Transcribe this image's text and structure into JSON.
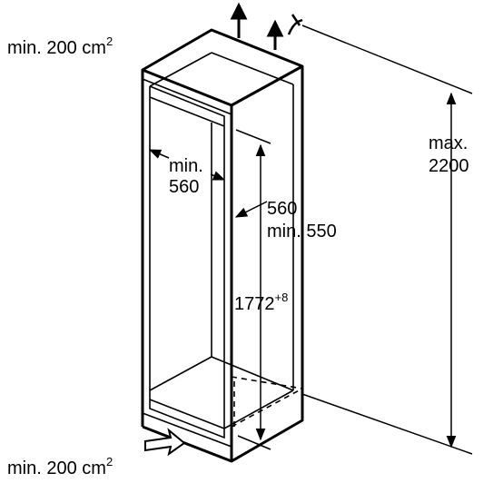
{
  "labels": {
    "top_vent": {
      "prefix": "min. 200 cm",
      "sup": "2"
    },
    "bottom_vent": {
      "prefix": "min. 200 cm",
      "sup": "2"
    },
    "width": {
      "line1": "min.",
      "line2": "560"
    },
    "depth": {
      "line1": "560",
      "line2": "min. 550"
    },
    "height": {
      "base": "1772",
      "sup": "+8"
    },
    "max_height": {
      "line1": "max.",
      "line2": "2200"
    }
  }
}
